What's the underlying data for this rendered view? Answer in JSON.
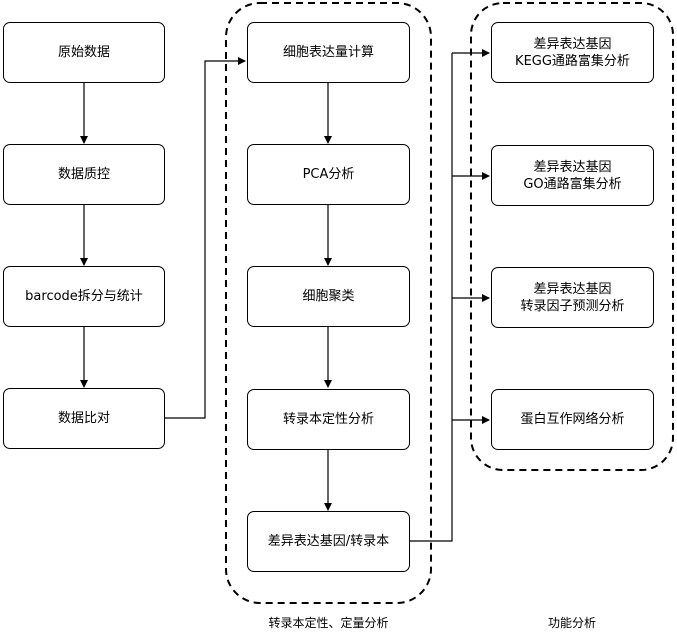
{
  "nodes": {
    "raw_data": "原始数据",
    "qc": "数据质控",
    "barcode": "barcode拆分与统计",
    "alignment": "数据比对",
    "expr_calc": "细胞表达量计算",
    "pca": "PCA分析",
    "clustering": "细胞聚类",
    "transcript_quant": "转录本定性分析",
    "deg": "差异表达基因/转录本",
    "kegg": [
      "差异表达基因",
      "KEGG通路富集分析"
    ],
    "go": [
      "差异表达基因",
      "GO通路富集分析"
    ],
    "tf": [
      "差异表达基因",
      "转录因子预测分析"
    ],
    "ppi": "蛋白互作网络分析"
  },
  "groups": {
    "analysis": "转录本定性、定量分析",
    "function": "功能分析"
  }
}
